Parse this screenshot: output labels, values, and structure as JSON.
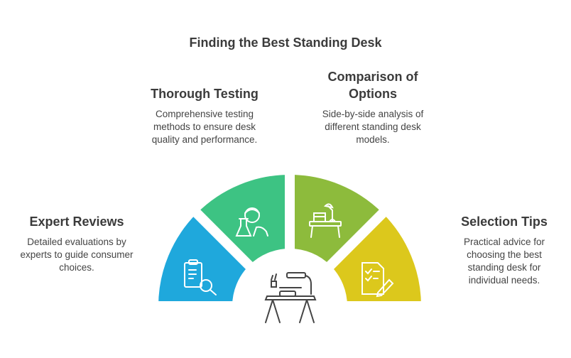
{
  "title": "Finding the Best Standing Desk",
  "center_icon": "standing-desk-icon",
  "segments": [
    {
      "id": "expert-reviews",
      "title": "Expert Reviews",
      "description": "Detailed evaluations by experts to guide consumer choices.",
      "color": "#1fa8dc",
      "icon": "clipboard-search-icon"
    },
    {
      "id": "thorough-testing",
      "title": "Thorough Testing",
      "description": "Comprehensive testing methods to ensure desk quality and performance.",
      "color": "#3dc383",
      "icon": "scientist-icon"
    },
    {
      "id": "comparison",
      "title": "Comparison of Options",
      "description": "Side-by-side analysis of different standing desk models.",
      "color": "#8dbb3c",
      "icon": "desk-lamp-icon"
    },
    {
      "id": "selection-tips",
      "title": "Selection Tips",
      "description": "Practical advice for choosing the best standing desk for individual needs.",
      "color": "#dcc81c",
      "icon": "checklist-pen-icon"
    }
  ]
}
